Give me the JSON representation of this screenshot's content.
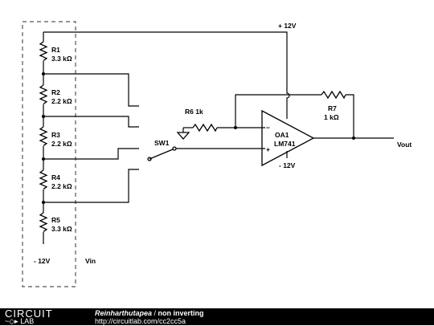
{
  "schematic": {
    "supply_pos": "+ 12V",
    "supply_neg_left": "- 12V",
    "supply_neg_opamp": "- 12V",
    "vin": "Vin",
    "vout": "Vout",
    "resistors": [
      {
        "ref": "R1",
        "value": "3.3 kΩ"
      },
      {
        "ref": "R2",
        "value": "2.2 kΩ"
      },
      {
        "ref": "R3",
        "value": "2.2 kΩ"
      },
      {
        "ref": "R4",
        "value": "2.2 kΩ"
      },
      {
        "ref": "R5",
        "value": "3.3 kΩ"
      }
    ],
    "r6": "R6 1k",
    "r7_ref": "R7",
    "r7_value": "1 kΩ",
    "switch": "SW1",
    "opamp_ref": "OA1",
    "opamp_part": "LM741",
    "opamp_minus": "−",
    "opamp_plus": "+"
  },
  "footer": {
    "logo_top": "CIRCUIT",
    "logo_bottom": "LAB",
    "author": "Reinharthutapea",
    "separator": " / ",
    "title": "non inverting",
    "url": "http://circuitlab.com/cc2cc5a"
  }
}
